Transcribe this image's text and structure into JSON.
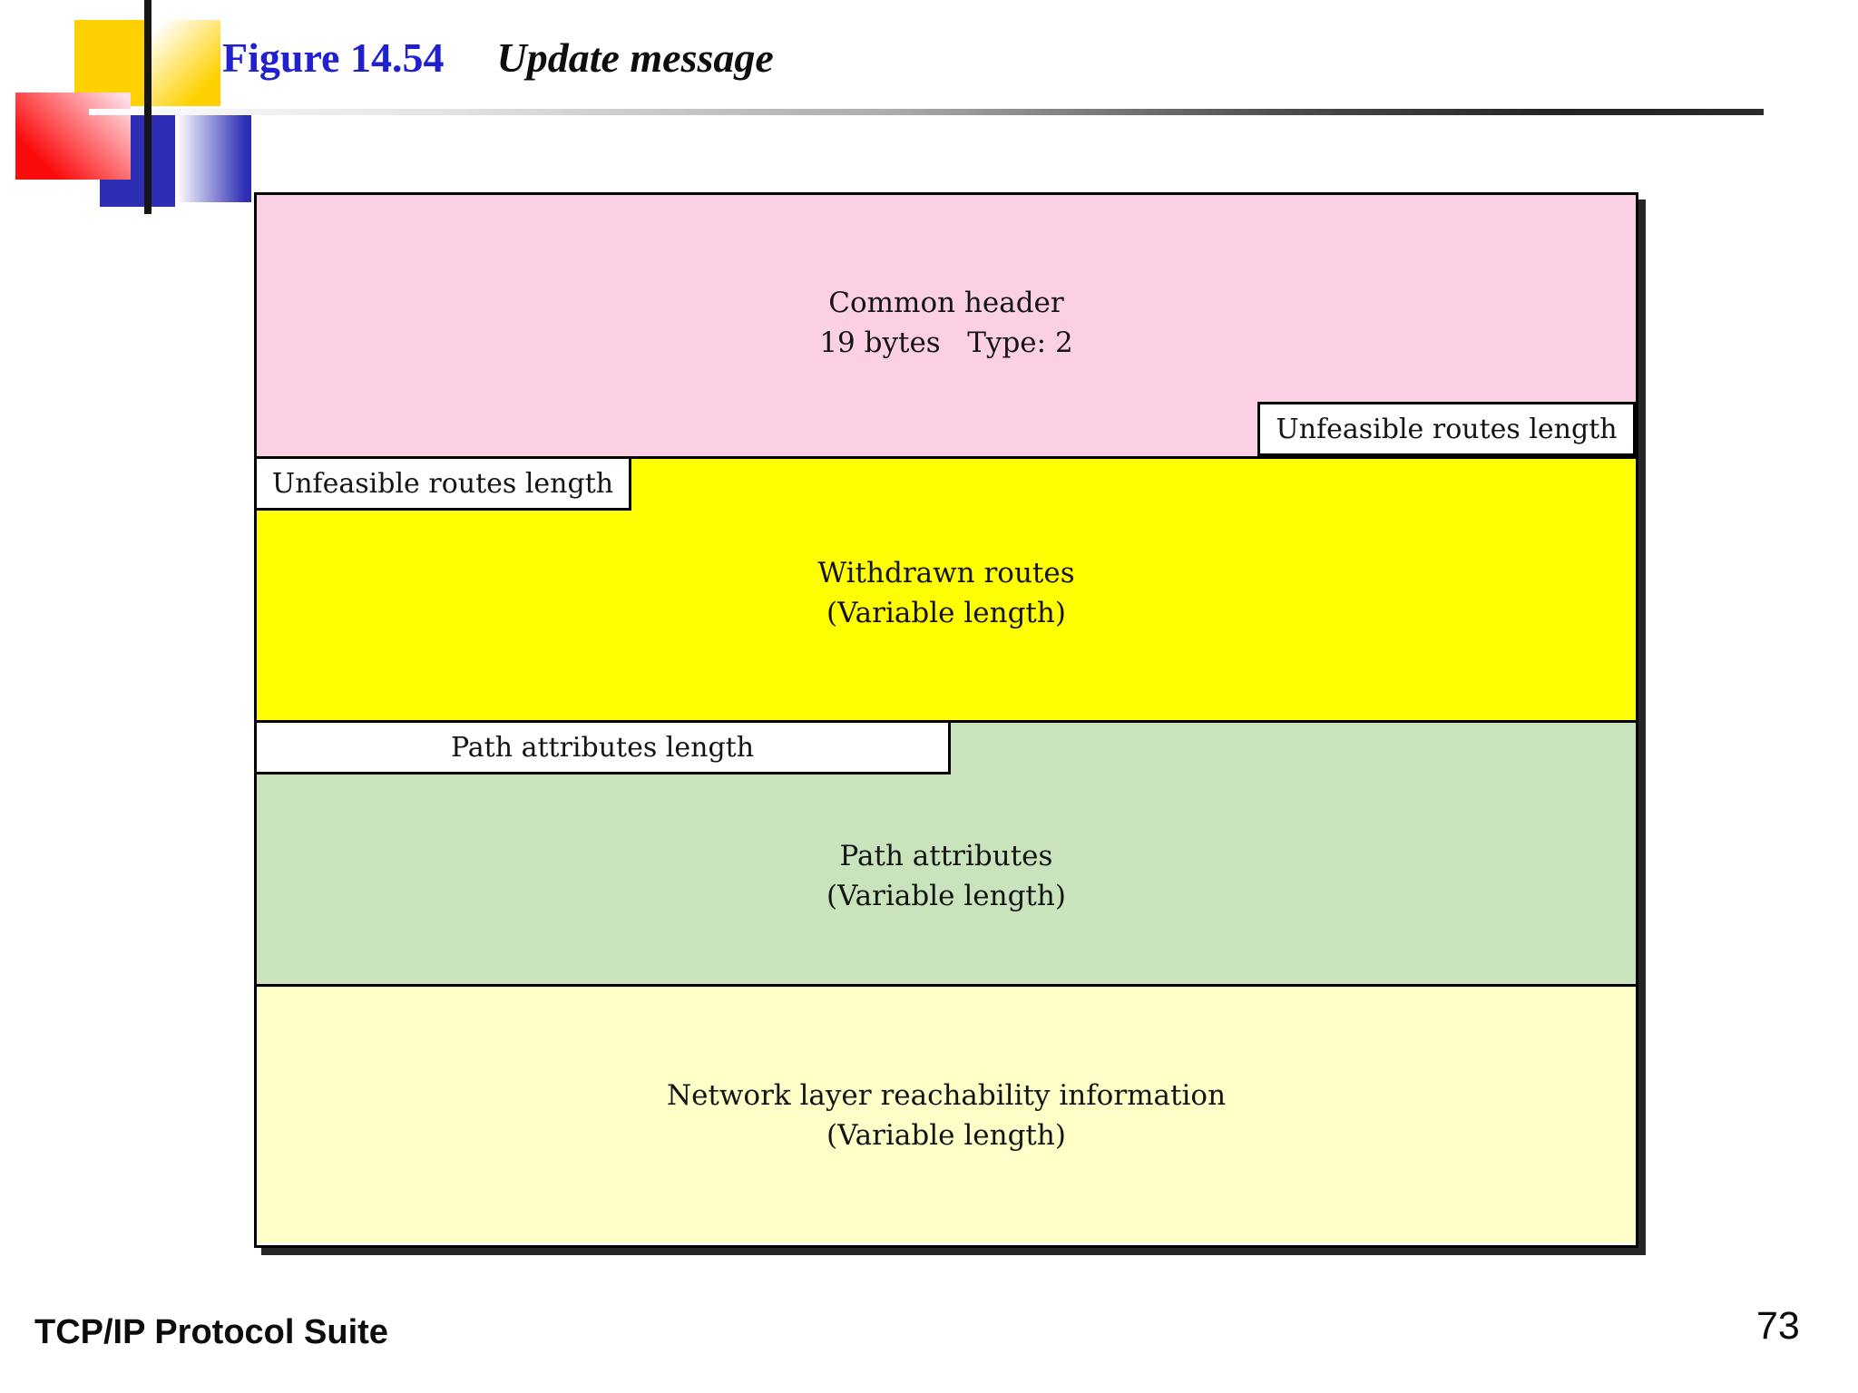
{
  "slide": {
    "figure_number": "Figure 14.54",
    "figure_title": "Update message",
    "footer": "TCP/IP Protocol Suite",
    "page_number": "73"
  },
  "diagram": {
    "sections": [
      {
        "id": "common-header",
        "fill": "#fbd0e4",
        "lines": [
          "Common header",
          "19 bytes   Type: 2"
        ]
      },
      {
        "id": "withdrawn-routes",
        "fill": "#ffff00",
        "lines": [
          "Withdrawn routes",
          "(Variable length)"
        ]
      },
      {
        "id": "path-attributes",
        "fill": "#c9e4bd",
        "lines": [
          "Path attributes",
          "(Variable length)"
        ]
      },
      {
        "id": "network-layer-reachability-information",
        "fill": "#ffffc8",
        "lines": [
          "Network layer reachability information",
          "(Variable length)"
        ]
      }
    ],
    "labels": {
      "unfeasible_right": "Unfeasible routes length",
      "unfeasible_left": "Unfeasible routes length",
      "path_attributes_length": "Path attributes length"
    },
    "colors": {
      "title_blue": "#2020cf",
      "border_black": "#000000",
      "label_box_white": "#ffffff",
      "decor_yellow": "#ffd100",
      "decor_blue": "#2e2eb5",
      "decor_red": "#fb0c0c"
    }
  }
}
